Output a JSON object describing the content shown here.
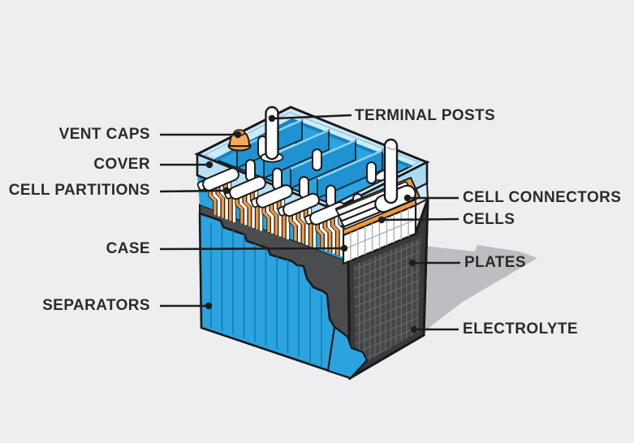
{
  "diagram": {
    "subject": "car-battery-cutaway",
    "labels": {
      "vent_caps": "VENT CAPS",
      "cover": "COVER",
      "cell_partitions": "CELL PARTITIONS",
      "case": "CASE",
      "separators": "SEPARATORS",
      "terminal_posts": "TERMINAL POSTS",
      "cell_connectors": "CELL CONNECTORS",
      "cells": "CELLS",
      "plates": "PLATES",
      "electrolyte": "ELECTROLYTE"
    }
  },
  "colors": {
    "background": "#eeeef0",
    "outline": "#1a1a1a",
    "label_text": "#2b2b2b",
    "case_blue": "#2ba3de",
    "cover_light": "#cfeaf8",
    "cover_band": "#b7e0f4",
    "cover_band_right": "#a9daf1",
    "plates_dark": "#454648",
    "wedge_dark": "#4b4c4e",
    "accent_orange": "#f09a3e",
    "shadow_gray": "#bdbec1",
    "white": "#ffffff"
  }
}
